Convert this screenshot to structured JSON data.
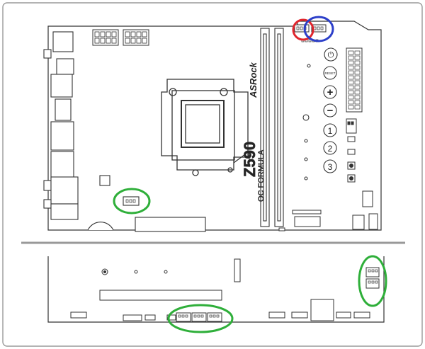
{
  "diagram": {
    "brand_logo": "ASRock",
    "model_name": "Z590",
    "model_subtitle": "OC FORMULA",
    "button_labels": {
      "power": "⏻",
      "reset": "RESET",
      "plus": "+",
      "minus": "−",
      "profile_1": "1",
      "profile_2": "2",
      "profile_3": "3"
    },
    "highlight_colors": {
      "red": "#e0262d",
      "blue": "#2c3fc9",
      "green": "#2faf3a"
    },
    "highlights": [
      {
        "color": "red",
        "target": "top-header-left"
      },
      {
        "color": "blue",
        "target": "top-header-right"
      },
      {
        "color": "green",
        "target": "mid-left-fan-header"
      },
      {
        "color": "green",
        "target": "right-edge-vertical-headers"
      },
      {
        "color": "green",
        "target": "bottom-three-headers"
      }
    ]
  }
}
